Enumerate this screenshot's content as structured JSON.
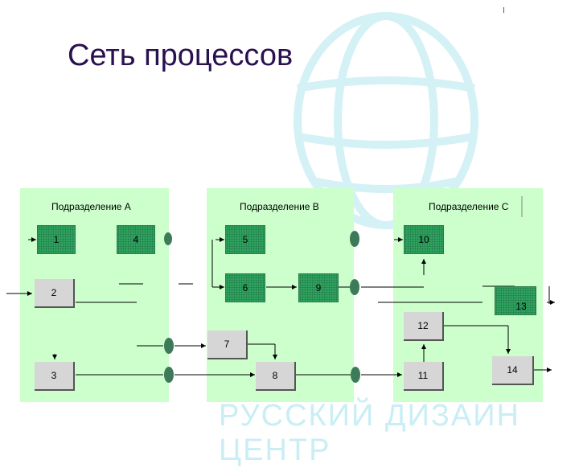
{
  "title": "Сеть процессов",
  "watermark": {
    "text": "РУССКИЙ ДИЗАЙН ЦЕНТР"
  },
  "divisions": [
    {
      "label": "Подразделение А"
    },
    {
      "label": "Подразделение В"
    },
    {
      "label": "Подразделение С"
    }
  ],
  "processes": [
    "1",
    "4",
    "2",
    "3",
    "5",
    "6",
    "9",
    "7",
    "8",
    "10",
    "12",
    "11",
    "13",
    "14"
  ],
  "colors": {
    "panel": "#ccffcc",
    "process_dark": "#33aa66",
    "process_gray": "#d6d6d6",
    "title": "#2a1050"
  }
}
